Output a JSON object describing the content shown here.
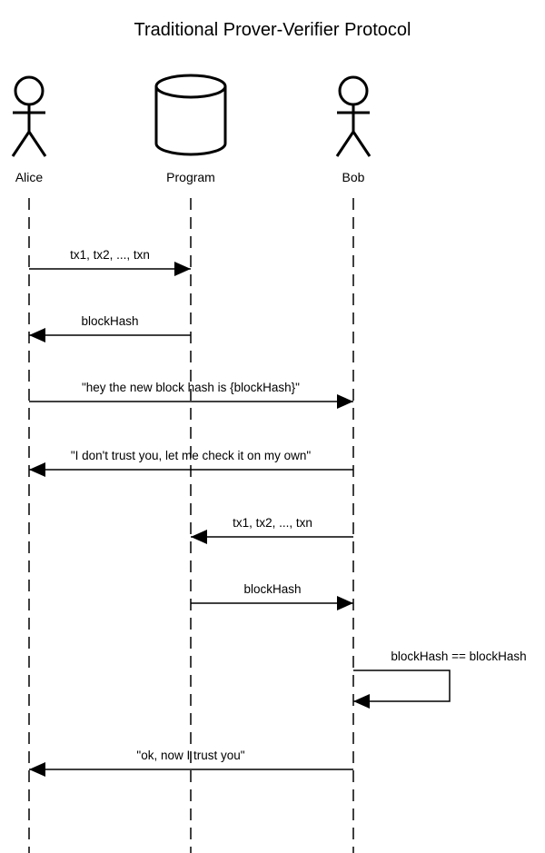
{
  "title": "Traditional Prover-Verifier Protocol",
  "participants": [
    {
      "id": "alice",
      "name": "Alice",
      "kind": "actor",
      "icon": "stick-figure-icon"
    },
    {
      "id": "program",
      "name": "Program",
      "kind": "database",
      "icon": "database-cylinder-icon"
    },
    {
      "id": "bob",
      "name": "Bob",
      "kind": "actor",
      "icon": "stick-figure-icon"
    }
  ],
  "messages": [
    {
      "from": "alice",
      "to": "program",
      "label": "tx1, tx2, ..., txn"
    },
    {
      "from": "program",
      "to": "alice",
      "label": "blockHash"
    },
    {
      "from": "alice",
      "to": "bob",
      "label": "\"hey the new block hash is {blockHash}\""
    },
    {
      "from": "bob",
      "to": "alice",
      "label": "\"I don't trust you, let me check it on my own\""
    },
    {
      "from": "bob",
      "to": "program",
      "label": "tx1, tx2, ..., txn"
    },
    {
      "from": "program",
      "to": "bob",
      "label": "blockHash"
    },
    {
      "from": "bob",
      "to": "bob",
      "label": "blockHash == blockHash"
    },
    {
      "from": "bob",
      "to": "alice",
      "label": "\"ok, now I trust you\""
    }
  ]
}
